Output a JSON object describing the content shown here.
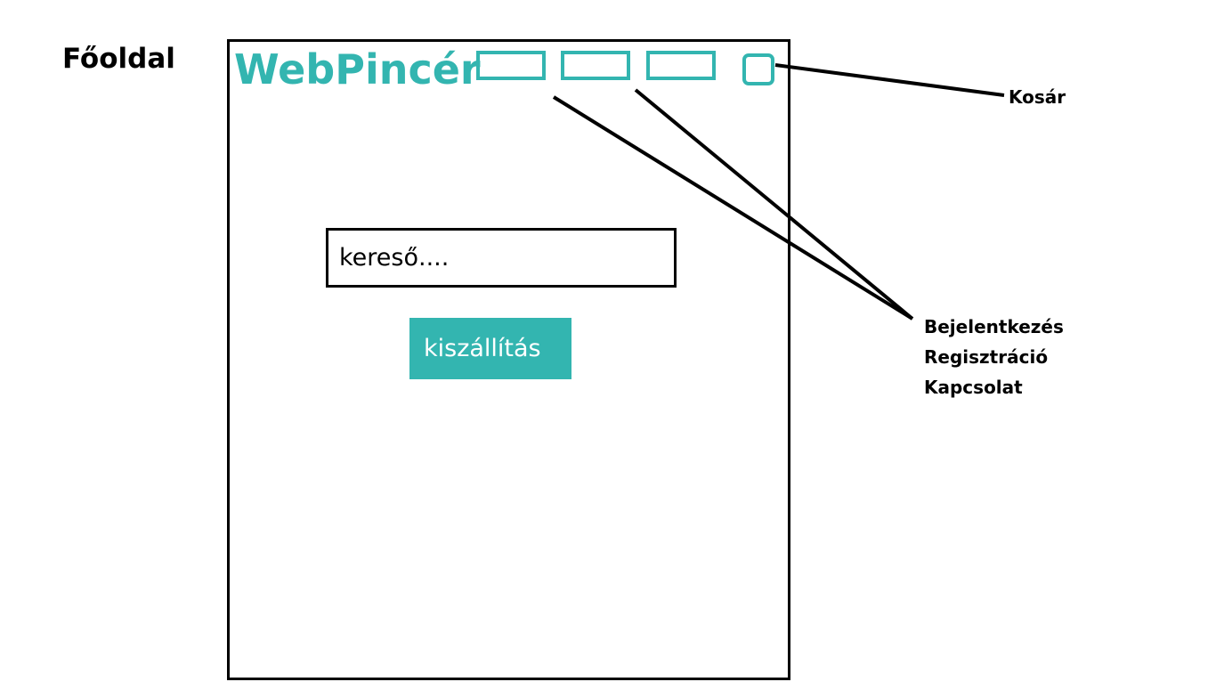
{
  "page_title": "Főoldal",
  "mockup": {
    "brand": "WebPincér",
    "nav_boxes": [
      "",
      "",
      ""
    ],
    "search_placeholder": "kereső....",
    "cta_label": "kiszállítás"
  },
  "annotations": {
    "cart": "Kosár",
    "nav_items": [
      "Bejelentkezés",
      "Regisztráció",
      "Kapcsolat"
    ]
  },
  "colors": {
    "accent": "#33b5b0",
    "button_text": "#ffffff",
    "ink": "#000000"
  }
}
